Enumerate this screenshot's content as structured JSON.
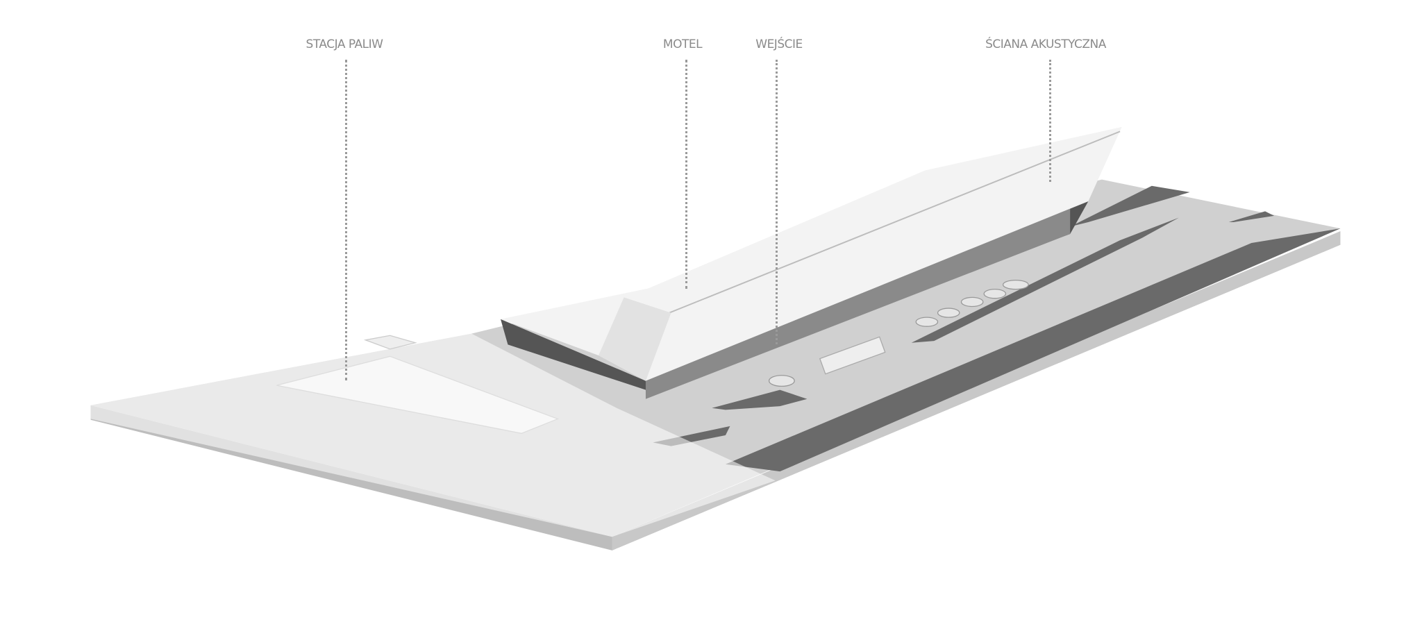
{
  "labels": {
    "fuel_station": "STACJA PALIW",
    "motel": "MOTEL",
    "entrance": "WEJŚCIE",
    "acoustic_wall": "ŚCIANA AKUSTYCZNA"
  },
  "colors": {
    "background": "#ffffff",
    "ground": "#cfcfcf",
    "ground_side": "#bdbdbd",
    "road": "#6a6a6a",
    "building": "#f2f2f2",
    "label": "#8a8a8a"
  }
}
